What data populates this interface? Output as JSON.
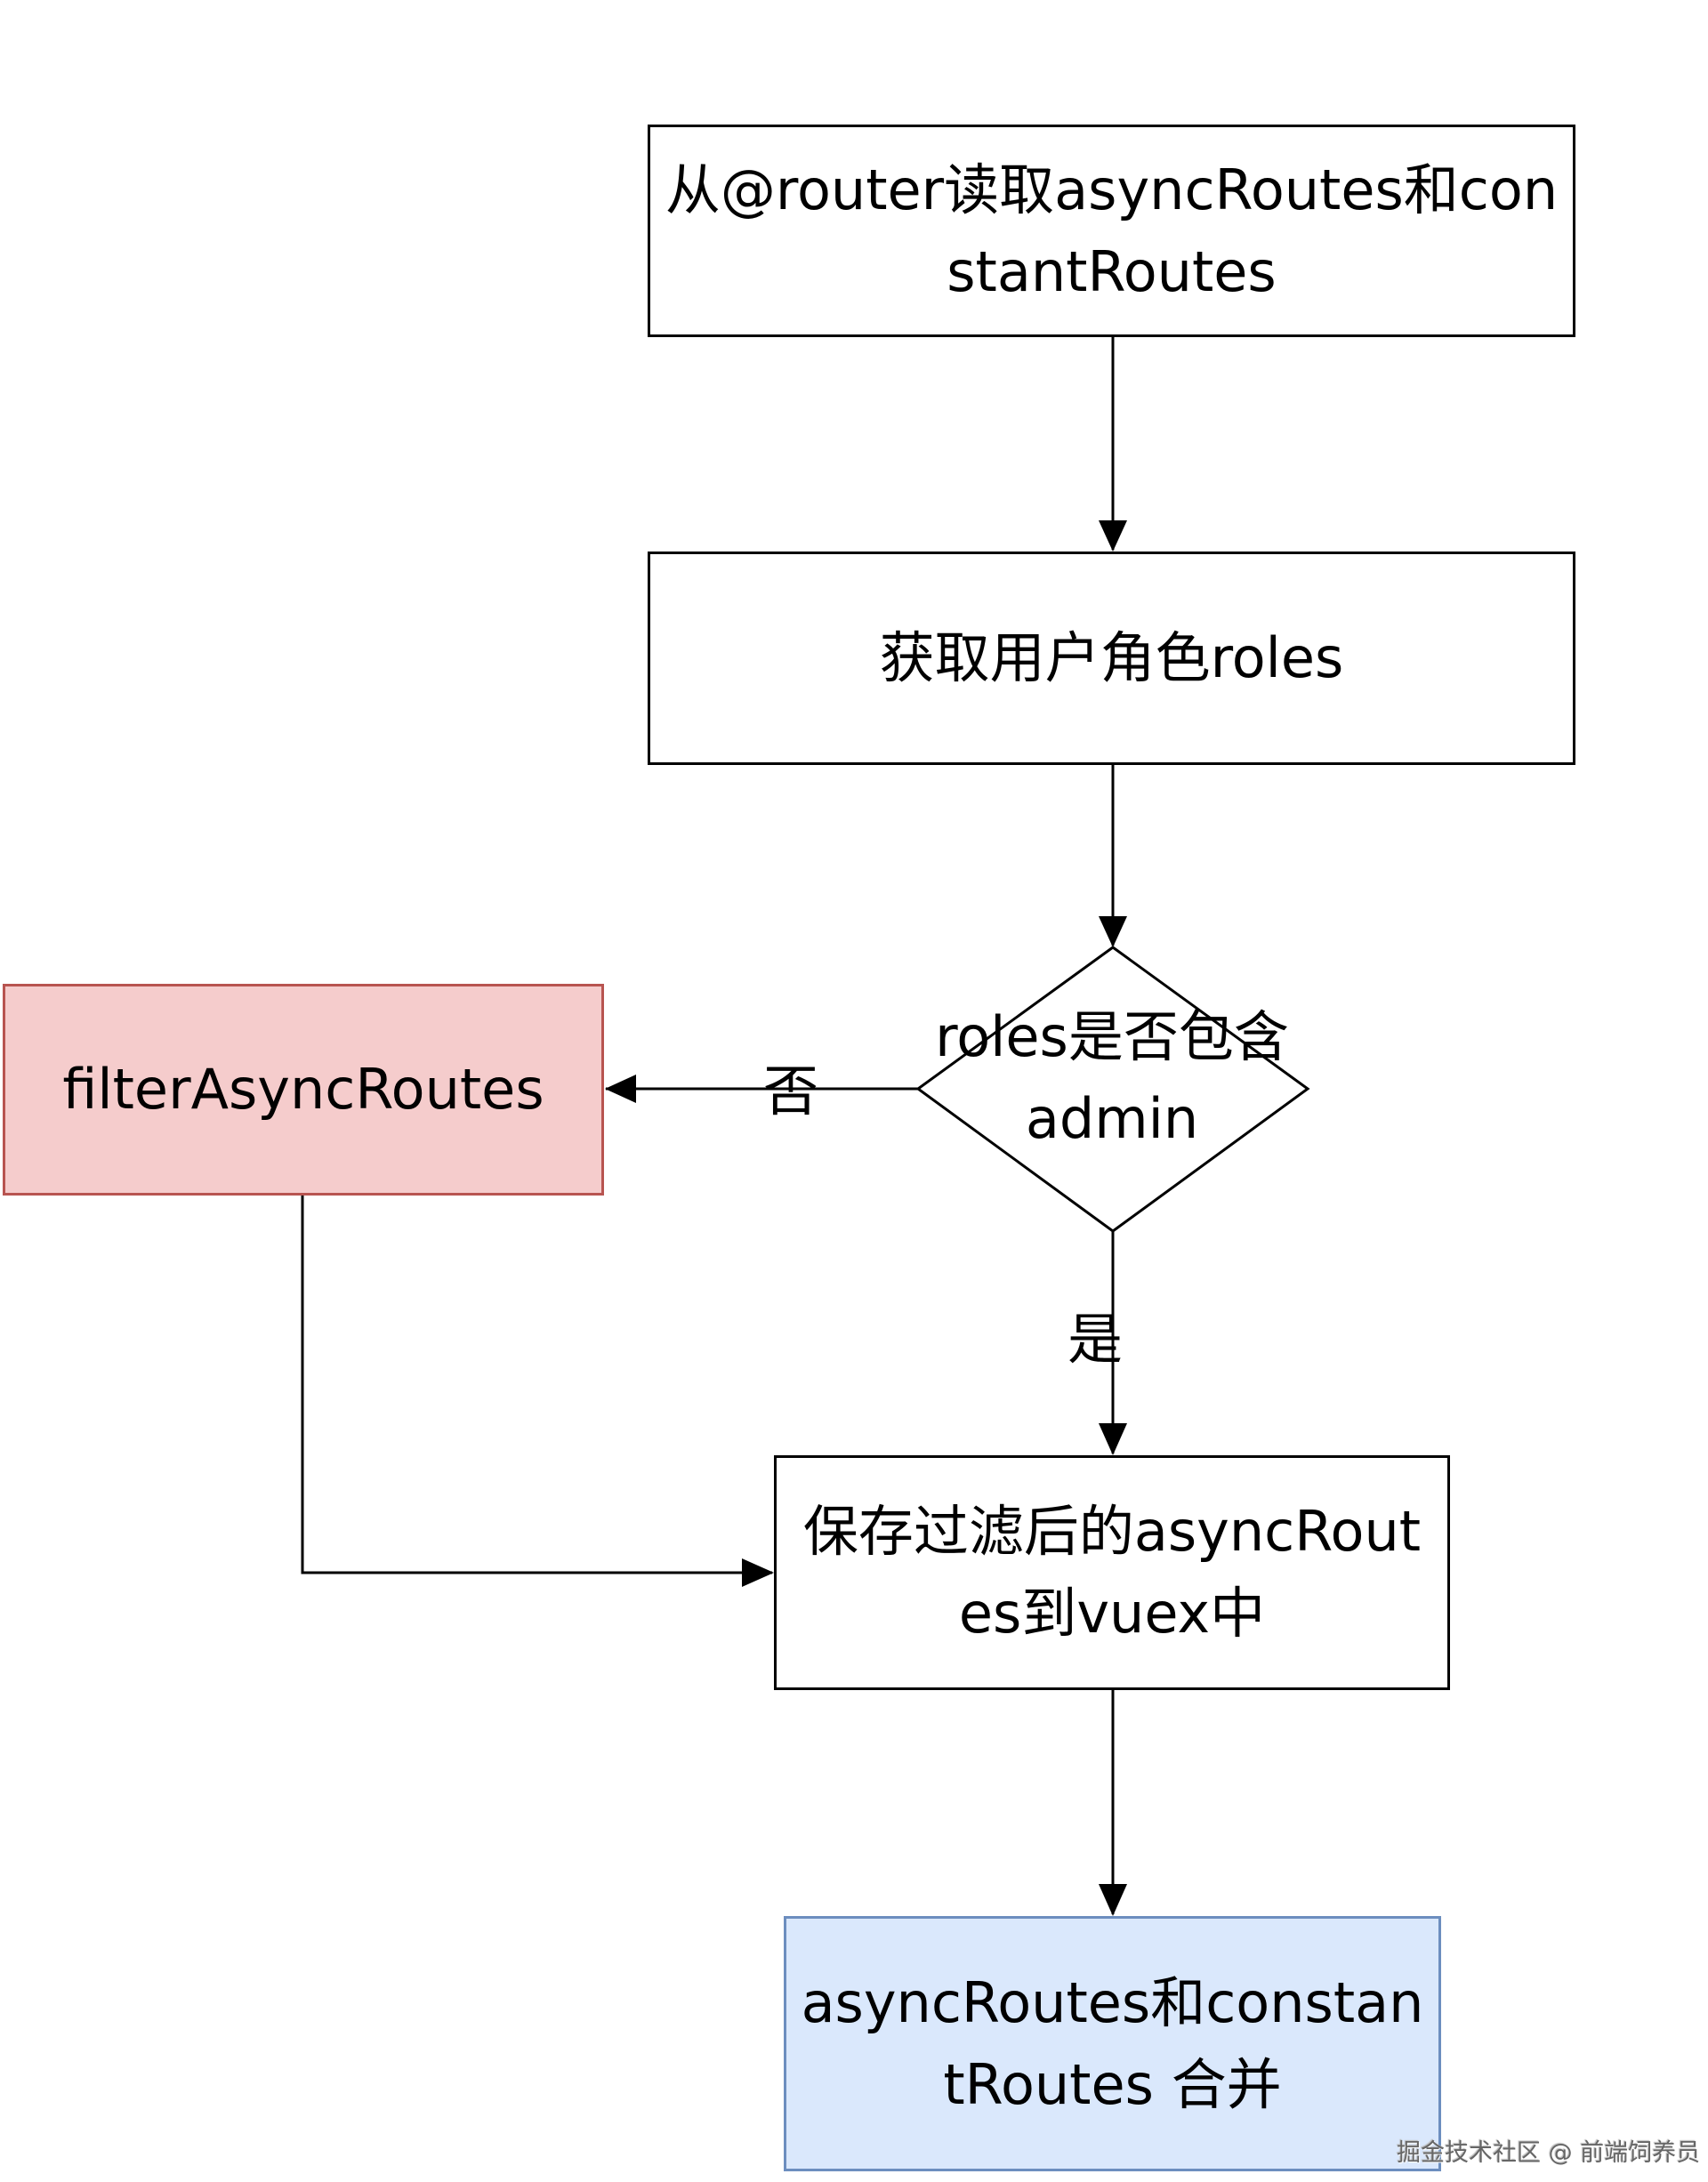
{
  "nodes": {
    "read_routes": "从@router读取asyncRoutes和constantRoutes",
    "get_roles": "获取用户角色roles",
    "decision": "roles是否包含admin",
    "filter": "filterAsyncRoutes",
    "save": "保存过滤后的asyncRoutes到vuex中",
    "merge": "asyncRoutes和constantRoutes 合并"
  },
  "edges": {
    "no_label": "否",
    "yes_label": "是"
  },
  "colors": {
    "filter_fill": "#f5cccc",
    "filter_stroke": "#b85450",
    "merge_fill": "#dae8fc",
    "merge_stroke": "#6c8ebf"
  },
  "watermark": "掘金技术社区 @ 前端饲养员"
}
